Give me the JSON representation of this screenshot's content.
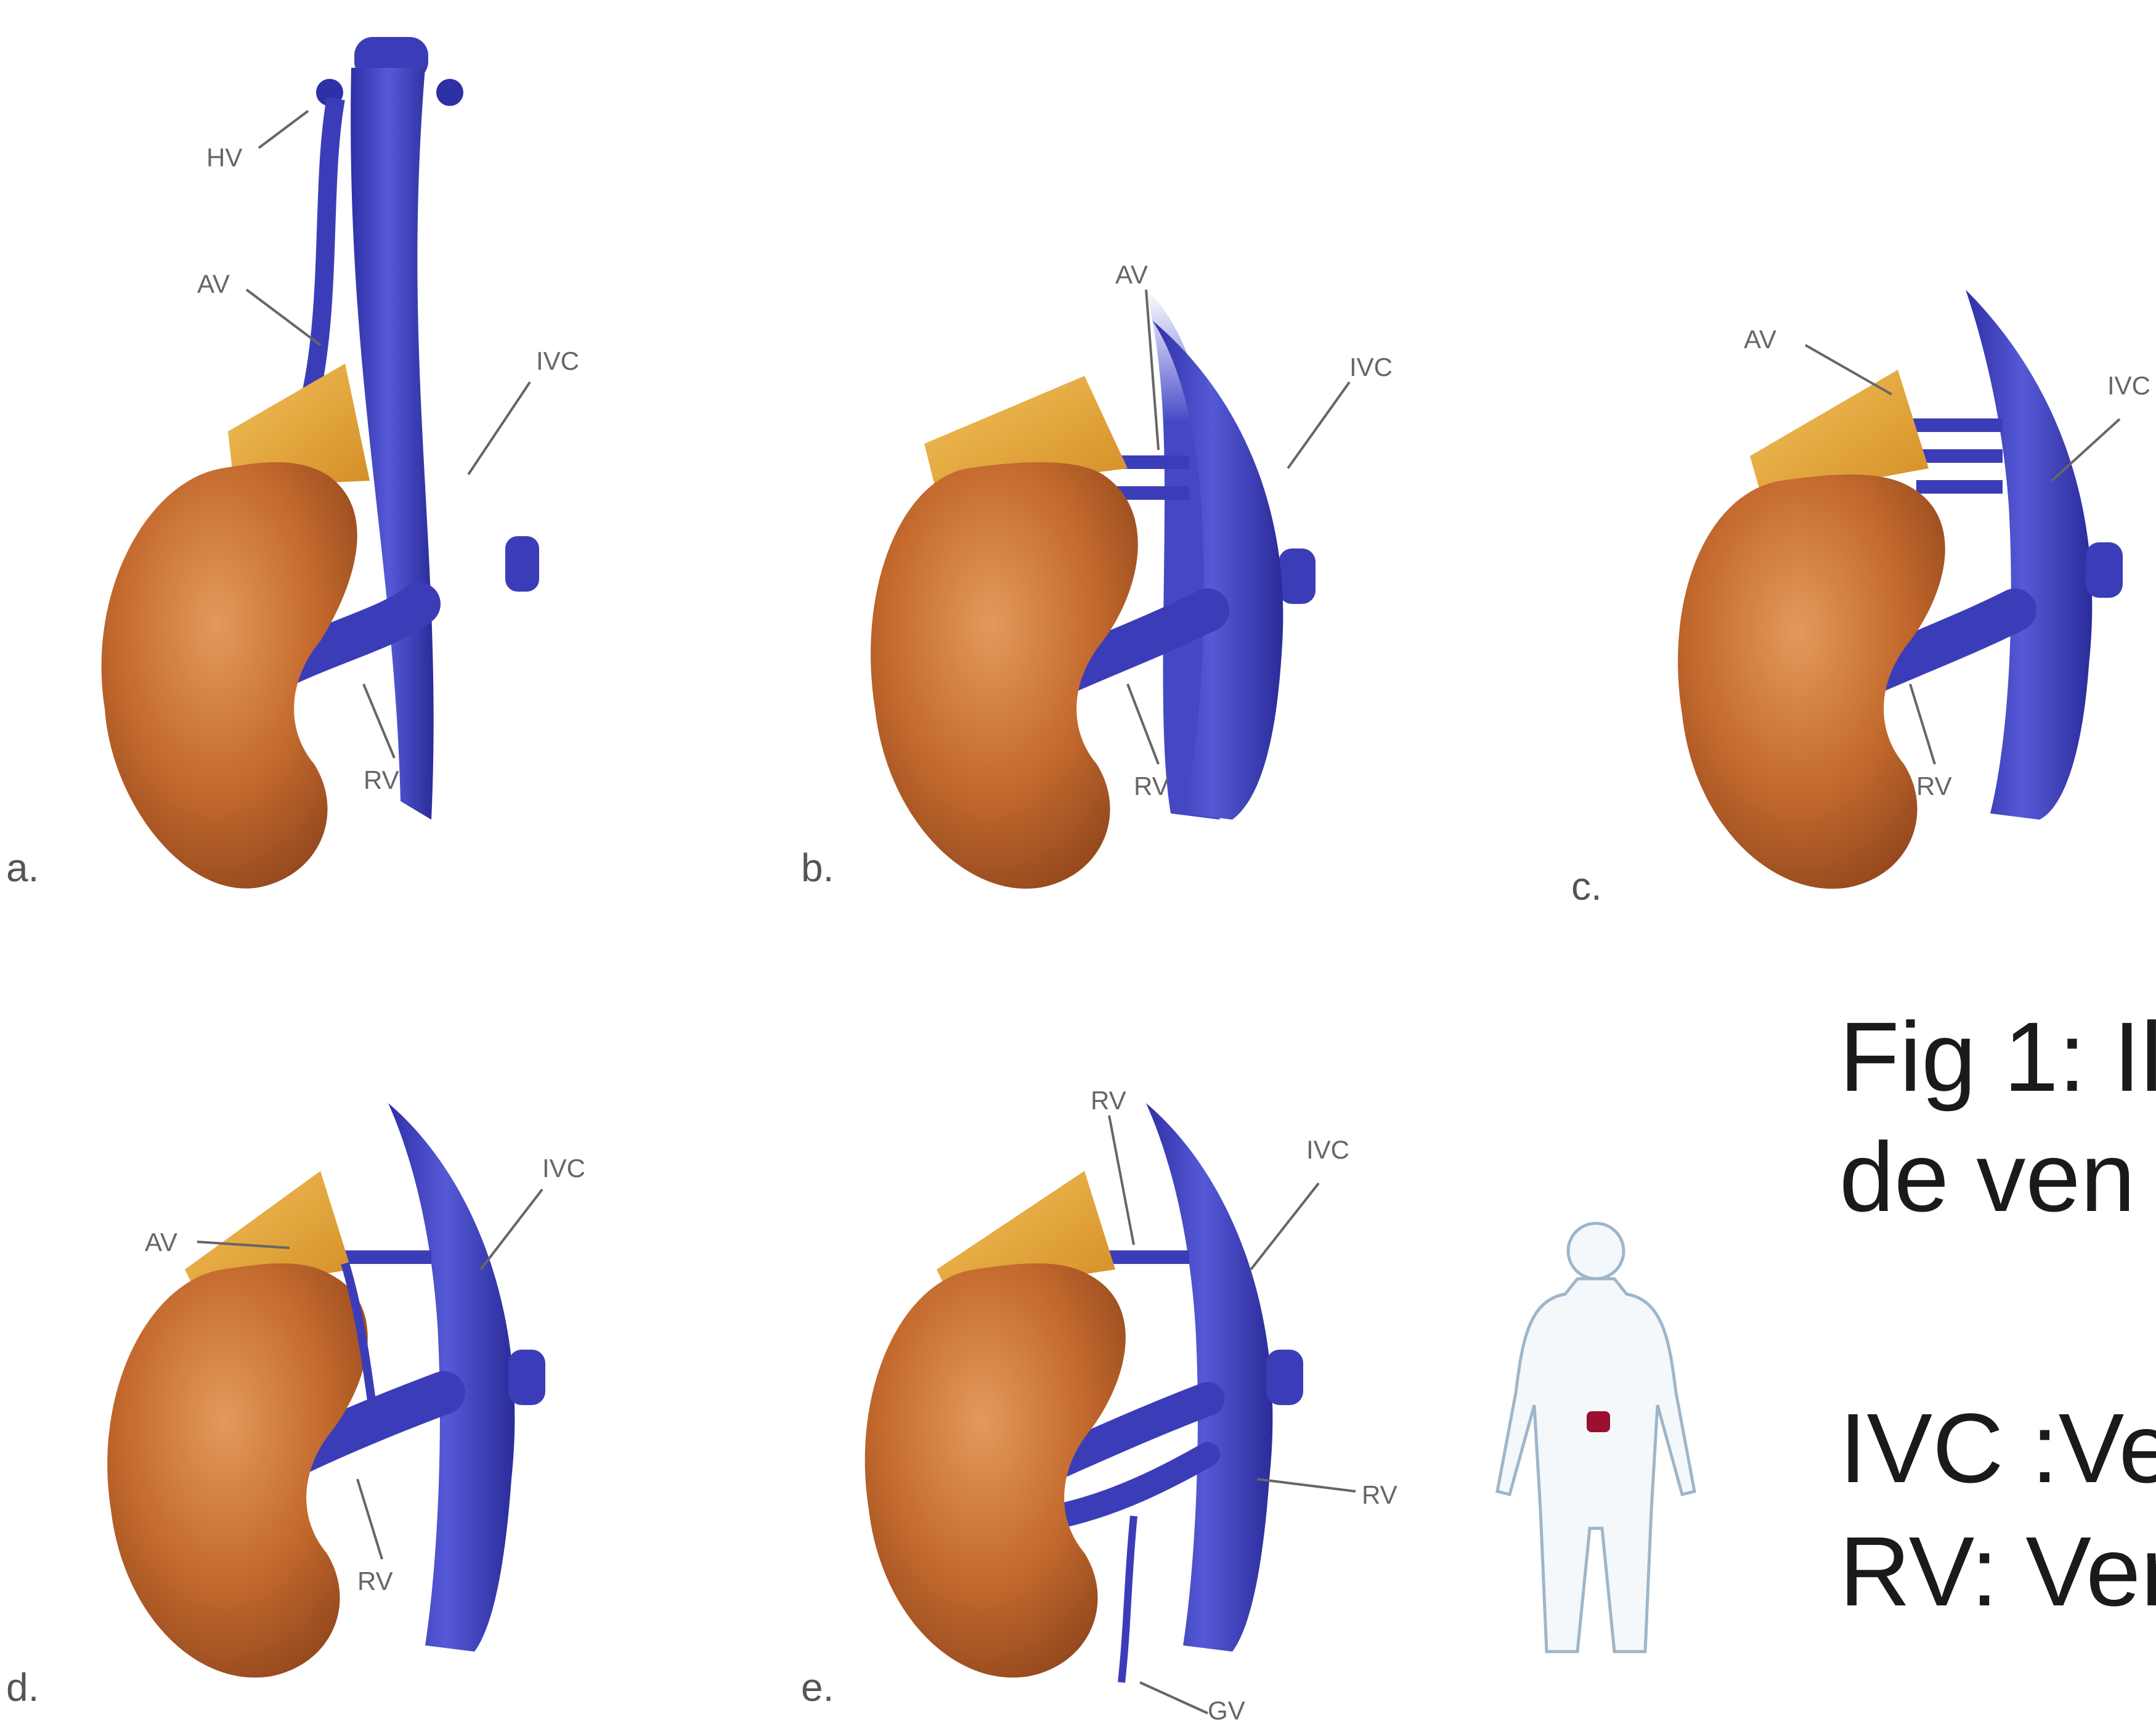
{
  "panels": [
    {
      "id": "a",
      "letter": "a.",
      "labels": {
        "hv": "HV",
        "av": "AV",
        "ivc": "IVC",
        "rv": "RV"
      }
    },
    {
      "id": "b",
      "letter": "b.",
      "labels": {
        "av": "AV",
        "ivc": "IVC",
        "rv": "RV"
      }
    },
    {
      "id": "c",
      "letter": "c.",
      "labels": {
        "av": "AV",
        "ivc": "IVC",
        "rv": "RV"
      }
    },
    {
      "id": "d",
      "letter": "d.",
      "labels": {
        "av": "AV",
        "ivc": "IVC",
        "rv": "RV"
      }
    },
    {
      "id": "e",
      "letter": "e.",
      "labels": {
        "rv_top": "RV",
        "ivc": "IVC",
        "rv_side": "RV",
        "gv": "GV"
      }
    }
  ],
  "caption": {
    "line1": "Fig 1: Il",
    "line2": "de ven",
    "line3": "IVC :Ve",
    "line4": "RV: Ver"
  },
  "colors": {
    "vein": "#3b3db8",
    "vein_light": "#6a6de0",
    "kidney": "#b8612a",
    "kidney_light": "#d9894a",
    "adrenal": "#e8a83a",
    "figure_outline": "#9fb6c9",
    "figure_marker": "#9a1030"
  }
}
